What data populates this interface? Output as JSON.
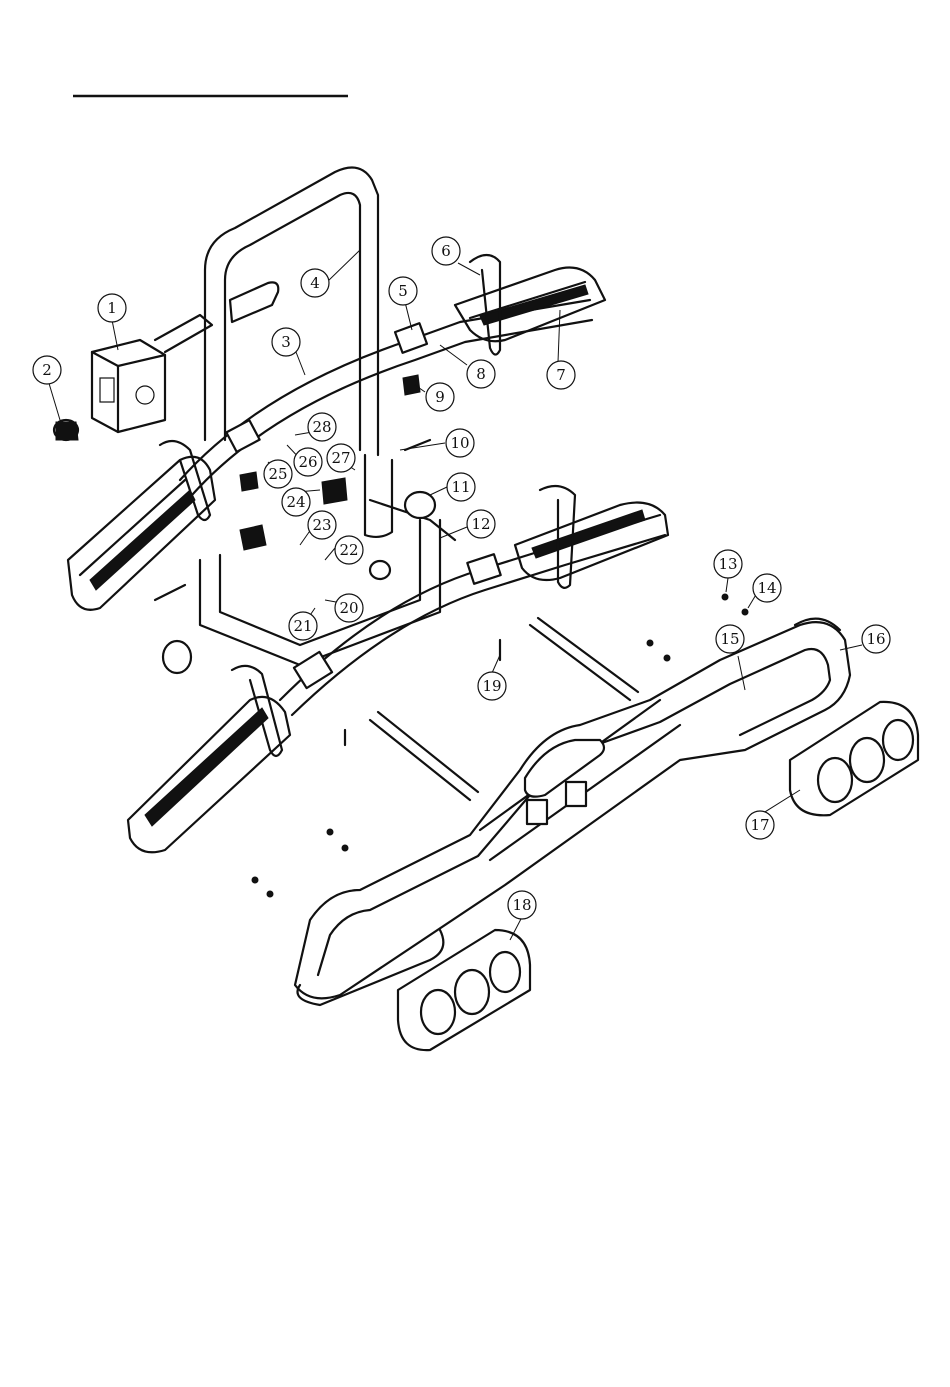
{
  "header": {
    "rule_color": "#111111"
  },
  "callouts": [
    {
      "number": "1"
    },
    {
      "number": "2"
    },
    {
      "number": "3"
    },
    {
      "number": "4"
    },
    {
      "number": "5"
    },
    {
      "number": "6"
    },
    {
      "number": "7"
    },
    {
      "number": "8"
    },
    {
      "number": "9"
    },
    {
      "number": "10"
    },
    {
      "number": "11"
    },
    {
      "number": "12"
    },
    {
      "number": "13"
    },
    {
      "number": "14"
    },
    {
      "number": "15"
    },
    {
      "number": "16"
    },
    {
      "number": "17"
    },
    {
      "number": "18"
    },
    {
      "number": "19"
    },
    {
      "number": "20"
    },
    {
      "number": "21"
    },
    {
      "number": "22"
    },
    {
      "number": "23"
    },
    {
      "number": "24"
    },
    {
      "number": "25"
    },
    {
      "number": "26"
    },
    {
      "number": "27"
    },
    {
      "number": "28"
    }
  ],
  "colors": {
    "line": "#111111",
    "background": "#ffffff"
  }
}
